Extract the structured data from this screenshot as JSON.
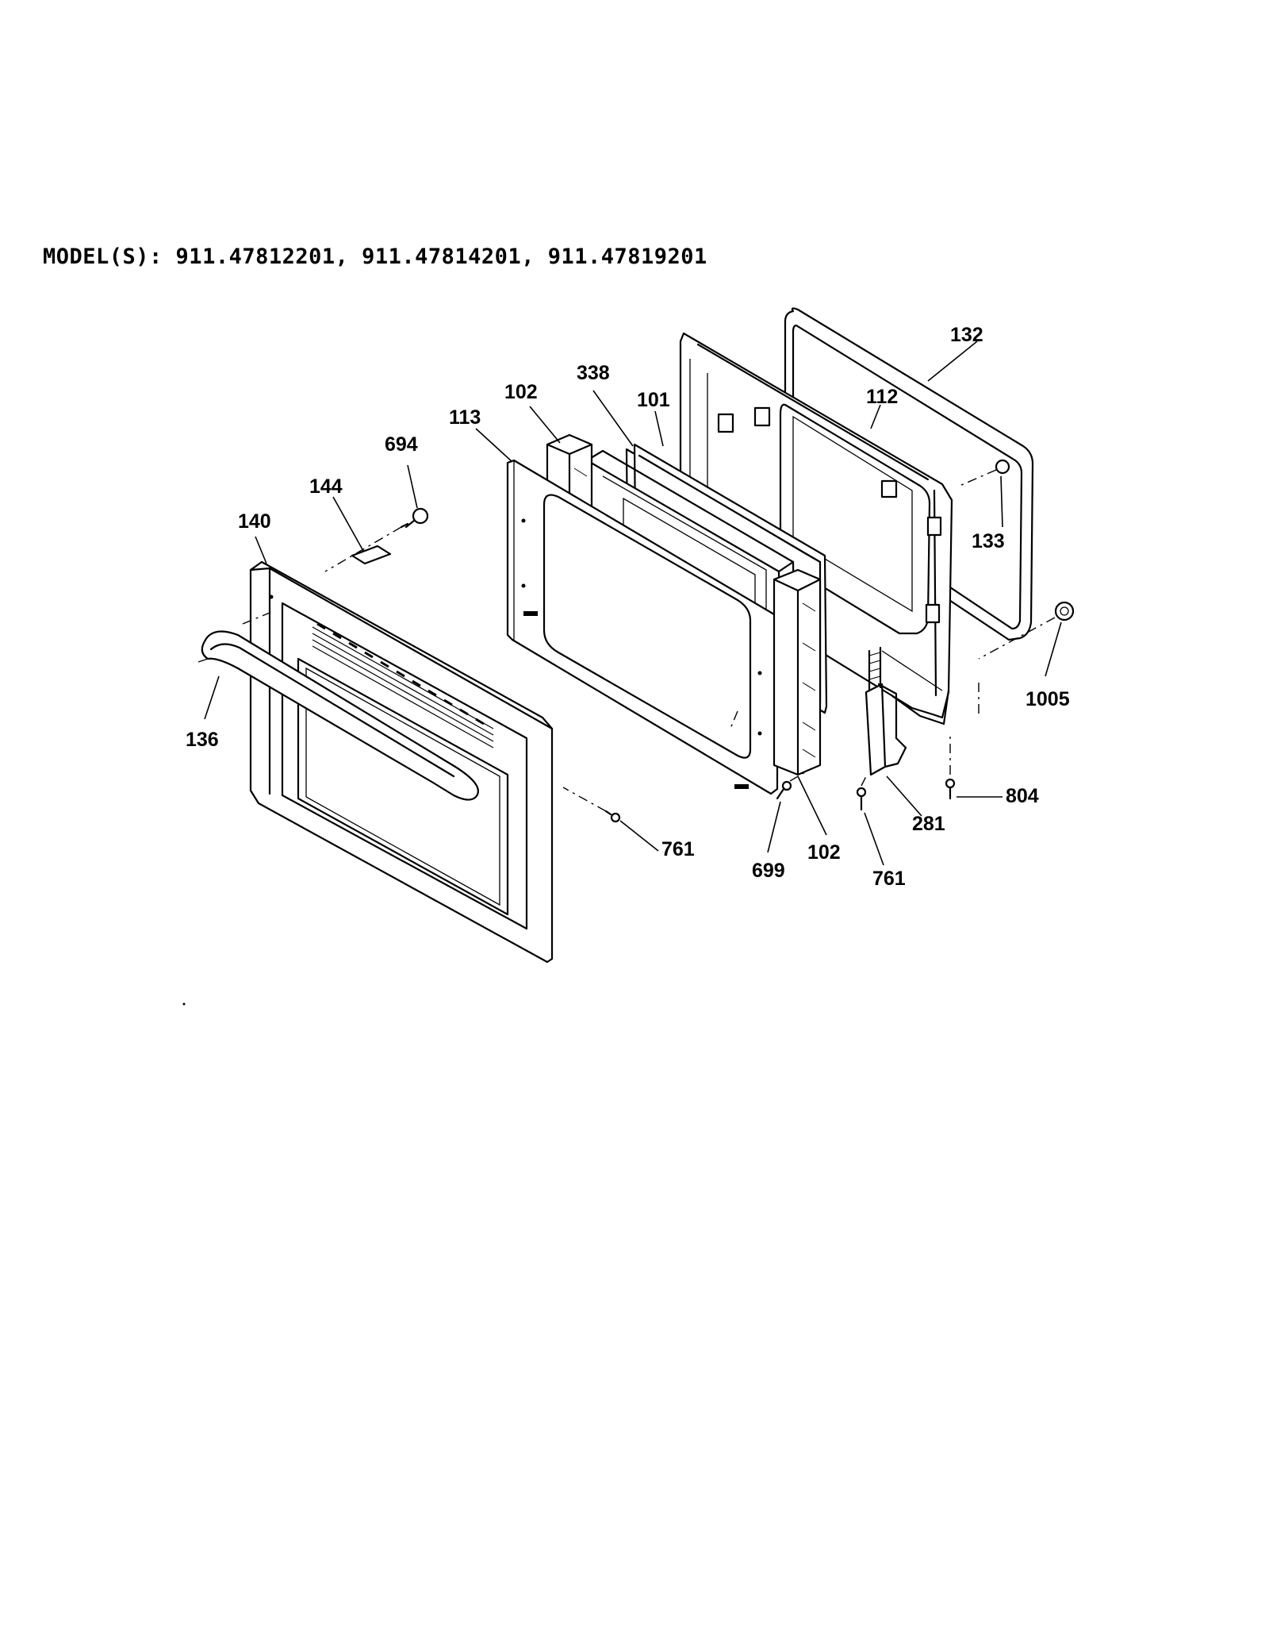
{
  "header": {
    "models": "MODEL(S): 911.47812201, 911.47814201, 911.47819201"
  },
  "callouts": {
    "p132": "132",
    "p112": "112",
    "p338": "338",
    "p101": "101",
    "p102_top": "102",
    "p113": "113",
    "p694": "694",
    "p144": "144",
    "p140": "140",
    "p133": "133",
    "p1005": "1005",
    "p136": "136",
    "p804": "804",
    "p281": "281",
    "p761_front": "761",
    "p699": "699",
    "p102_bottom": "102",
    "p761_hinge": "761"
  }
}
